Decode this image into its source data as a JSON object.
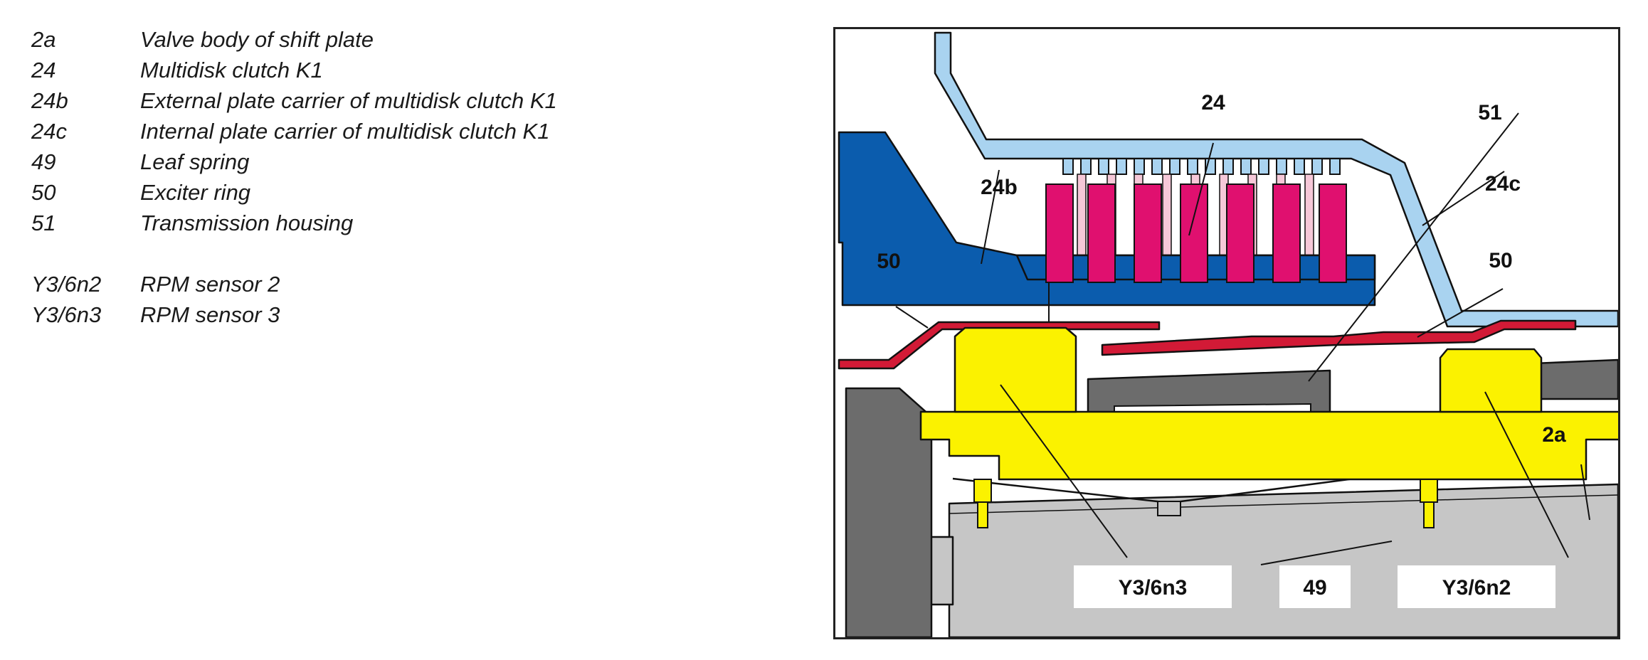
{
  "legend": {
    "items": [
      {
        "code": "2a",
        "desc": "Valve body of shift plate"
      },
      {
        "code": "24",
        "desc": "Multidisk clutch K1"
      },
      {
        "code": "24b",
        "desc": "External plate carrier of multidisk clutch K1"
      },
      {
        "code": "24c",
        "desc": "Internal plate carrier of multidisk clutch K1"
      },
      {
        "code": "49",
        "desc": "Leaf spring"
      },
      {
        "code": "50",
        "desc": "Exciter ring"
      },
      {
        "code": "51",
        "desc": "Transmission housing"
      }
    ],
    "sensors": [
      {
        "code": "Y3/6n2",
        "desc": "RPM sensor 2"
      },
      {
        "code": "Y3/6n3",
        "desc": "RPM sensor 3"
      }
    ]
  },
  "figure": {
    "callouts": {
      "c24": "24",
      "c51": "51",
      "c24b": "24b",
      "c24c": "24c",
      "c50_left": "50",
      "c50_right": "50",
      "c2a": "2a",
      "c49": "49",
      "cY3n3": "Y3/6n3",
      "cY3n2": "Y3/6n2"
    },
    "colors": {
      "light_blue": "#a9d3f0",
      "dark_blue": "#0b5cad",
      "magenta": "#e0106f",
      "light_pink": "#f6c8d8",
      "red": "#d21a36",
      "yellow": "#fbf200",
      "dark_gray": "#6c6c6c",
      "light_gray": "#c6c6c6"
    }
  }
}
